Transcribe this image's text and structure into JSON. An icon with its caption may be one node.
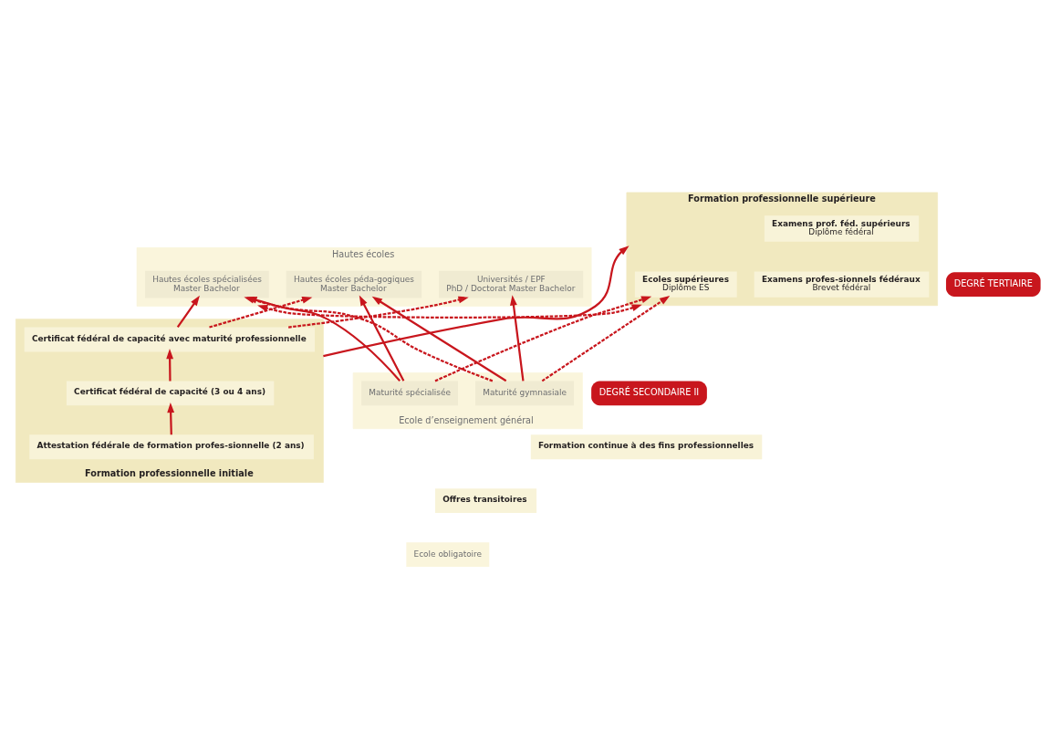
{
  "diagram": {
    "nodes": [
      {
        "text": [
          "Formation professionnelle supérieure"
        ]
      },
      {
        "text": [
          "Examens prof. féd. supérieurs",
          "Diplôme fédéral"
        ],
        "in": 0
      },
      {
        "text": [
          "Examens profes-sionnels fédéraux",
          "Brevet fédéral"
        ],
        "in": 0
      },
      {
        "text": [
          "Ecoles supérieures",
          "Diplôme ES"
        ],
        "in": 0
      },
      {
        "text": [
          "Hautes écoles"
        ]
      },
      {
        "text": [
          "Hautes écoles spécialisées",
          "Master Bachelor"
        ],
        "in": 4
      },
      {
        "text": [
          "Hautes écoles péda-gogiques",
          "Master Bachelor"
        ],
        "in": 4
      },
      {
        "text": [
          "Universités / EPF",
          "PhD / Doctorat Master Bachelor"
        ],
        "in": 4
      },
      {
        "text": [
          "Formation professionnelle initiale"
        ]
      },
      {
        "text": [
          "Certificat fédéral de capacité avec maturité professionnelle"
        ],
        "in": 8
      },
      {
        "text": [
          "Attestation fédérale de formation profes-sionnelle (2 ans)"
        ],
        "in": 8
      },
      {
        "text": [
          "Certificat fédéral de capacité (3 ou 4 ans)"
        ],
        "in": 8
      },
      {
        "text": [
          "Ecole d’enseignement général"
        ]
      },
      {
        "text": [
          "Maturité spécialisée"
        ],
        "in": 12
      },
      {
        "text": [
          "Maturité gymnasiale"
        ],
        "in": 12
      },
      {
        "text": [
          "Offres transitoires"
        ]
      },
      {
        "text": [
          "Ecole obligatoire"
        ]
      },
      {
        "text": [
          "Formation continue à des fins professionnelles"
        ]
      }
    ],
    "edges": [
      {
        "from": 10,
        "to": 11,
        "arrow": "to"
      },
      {
        "from": 11,
        "to": 9,
        "arrow": "to"
      },
      {
        "from": 8,
        "to": 0,
        "arrow": "to"
      },
      {
        "from": 0,
        "to": 4,
        "arrow": "both",
        "style": "dashed"
      },
      {
        "from": 9,
        "to": 5,
        "arrow": "to"
      },
      {
        "from": 9,
        "to": 6,
        "arrow": "to",
        "style": "dashed"
      },
      {
        "from": 9,
        "to": 7,
        "arrow": "to",
        "style": "dashed"
      },
      {
        "from": 13,
        "to": 5,
        "arrow": "to"
      },
      {
        "from": 13,
        "to": 6,
        "arrow": "to"
      },
      {
        "from": 13,
        "to": 3,
        "arrow": "to",
        "style": "dashed"
      },
      {
        "from": 14,
        "to": 6,
        "arrow": "to"
      },
      {
        "from": 14,
        "to": 7,
        "arrow": "to"
      },
      {
        "from": 14,
        "to": 3,
        "arrow": "to",
        "style": "dashed"
      },
      {
        "from": 14,
        "to": 5,
        "arrow": "to",
        "style": "dashed"
      }
    ],
    "labels": [
      "DEGRÉ TERTIAIRE",
      "DEGRÉ SECONDAIRE II"
    ]
  }
}
